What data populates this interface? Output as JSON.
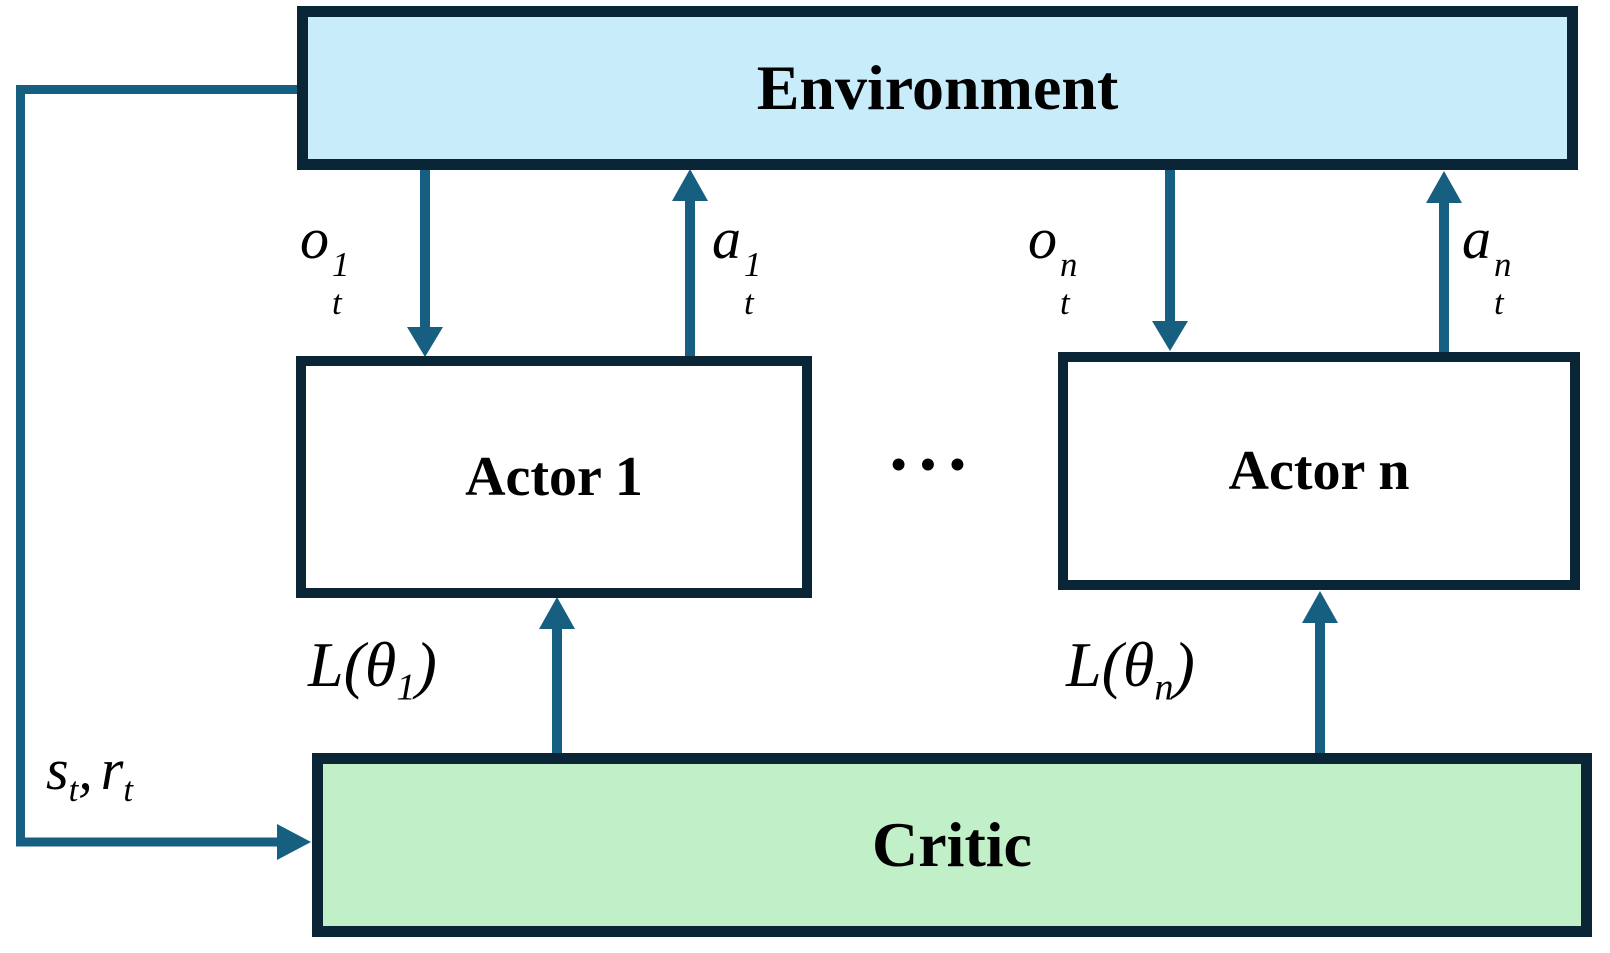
{
  "boxes": {
    "environment": {
      "label": "Environment"
    },
    "actor_1": {
      "label": "Actor 1"
    },
    "actor_n": {
      "label": "Actor n"
    },
    "critic": {
      "label": "Critic"
    }
  },
  "ellipsis": "•••",
  "labels": {
    "obs_1": {
      "base": "o",
      "sup": "1",
      "sub": "t"
    },
    "act_1": {
      "base": "a",
      "sup": "1",
      "sub": "t"
    },
    "obs_n": {
      "base": "o",
      "sup": "n",
      "sub": "t"
    },
    "act_n": {
      "base": "a",
      "sup": "n",
      "sub": "t"
    },
    "loss_1": {
      "prefix": "L(θ",
      "sub": "1",
      "suffix": ")"
    },
    "loss_n": {
      "prefix": "L(θ",
      "sub": "n",
      "suffix": ")"
    },
    "state_reward": {
      "s": "s",
      "s_sub": "t",
      "sep": ",",
      "r": "r",
      "r_sub": "t"
    }
  },
  "colors": {
    "arrow": "#175f80",
    "box_border": "#0a2535",
    "environment_fill": "#c9ecfb",
    "actor_fill": "#ffffff",
    "critic_fill": "#c1efc8",
    "text": "#000000"
  }
}
